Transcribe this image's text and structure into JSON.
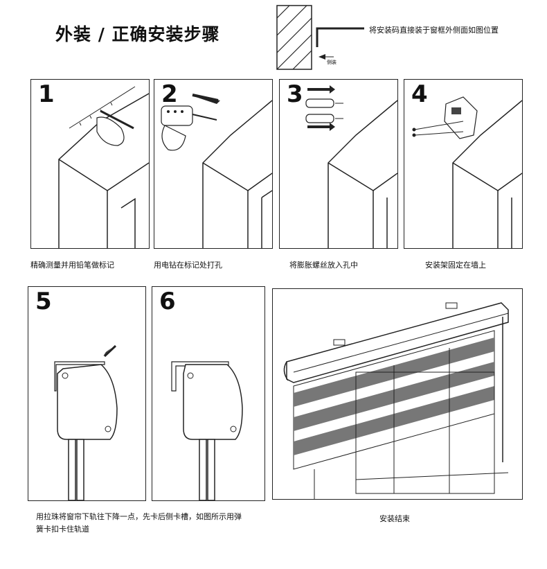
{
  "header": {
    "title": "外装 / 正确安装步骤",
    "note": "将安装码直接装于窗框外侧面如图位置",
    "side_label": "侧装"
  },
  "steps": [
    {
      "number": "1",
      "caption": "精确测量并用铅笔做标记"
    },
    {
      "number": "2",
      "caption": "用电钻在标记处打孔"
    },
    {
      "number": "3",
      "caption": "将膨胀螺丝放入孔中"
    },
    {
      "number": "4",
      "caption": "安装架固定在墙上"
    },
    {
      "number": "5",
      "caption": "用拉珠将窗帘下轨往下降一点，先卡后侧卡槽，如图所示用弹簧卡扣卡住轨道"
    },
    {
      "number": "6",
      "caption": ""
    }
  ],
  "final": {
    "caption": "安装结束"
  }
}
